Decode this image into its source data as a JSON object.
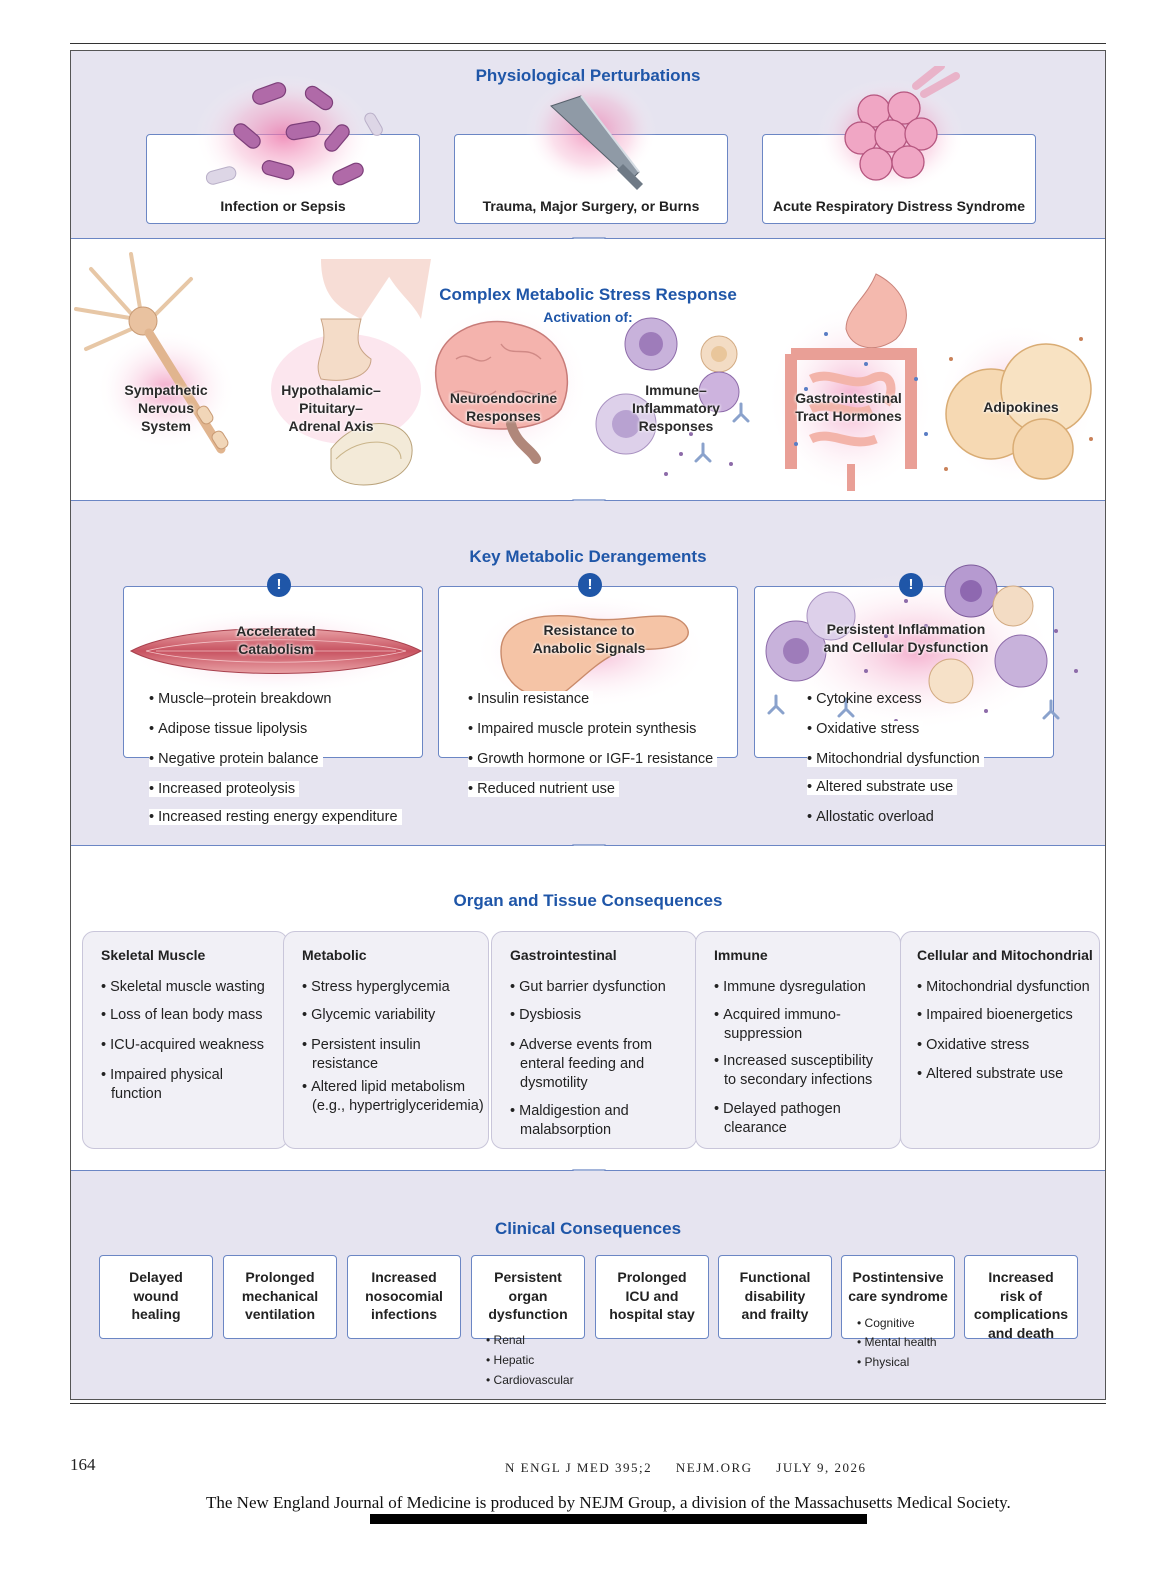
{
  "sections": {
    "perturbations": {
      "title": "Physiological Perturbations",
      "items": [
        "Infection or Sepsis",
        "Trauma, Major Surgery, or Burns",
        "Acute Respiratory Distress Syndrome"
      ]
    },
    "stress_response": {
      "title": "Complex Metabolic Stress Response",
      "subtitle": "Activation of:",
      "items": [
        [
          "Sympathetic",
          "Nervous",
          "System"
        ],
        [
          "Hypothalamic–",
          "Pituitary–",
          "Adrenal Axis"
        ],
        [
          "Neuroendocrine",
          "Responses"
        ],
        [
          "Immune–",
          "Inflammatory",
          "Responses"
        ],
        [
          "Gastrointestinal",
          "Tract Hormones"
        ],
        [
          "Adipokines"
        ]
      ]
    },
    "derangements": {
      "title": "Key Metabolic Derangements",
      "alert_symbol": "!",
      "boxes": [
        {
          "title": [
            "Accelerated",
            "Catabolism"
          ],
          "bullets": [
            "Muscle–protein breakdown",
            "Adipose tissue lipolysis",
            "Negative protein balance",
            "Increased proteolysis",
            "Increased resting energy expenditure"
          ]
        },
        {
          "title": [
            "Resistance to",
            "Anabolic Signals"
          ],
          "bullets": [
            "Insulin resistance",
            "Impaired muscle protein synthesis",
            "Growth hormone or IGF-1 resistance",
            "Reduced nutrient use"
          ]
        },
        {
          "title": [
            "Persistent Inflammation",
            "and Cellular Dysfunction"
          ],
          "bullets": [
            "Cytokine excess",
            "Oxidative stress",
            "Mitochondrial dysfunction",
            "Altered substrate use",
            "Allostatic overload"
          ]
        }
      ]
    },
    "organ": {
      "title": "Organ and Tissue Consequences",
      "cards": [
        {
          "title": "Skeletal Muscle",
          "items": [
            "Skeletal muscle wasting",
            "Loss of lean body mass",
            "ICU-acquired weakness",
            "Impaired physical function"
          ]
        },
        {
          "title": "Metabolic",
          "items": [
            "Stress hyperglycemia",
            "Glycemic variability",
            "Persistent insulin resistance",
            "Altered lipid metabolism (e.g., hypertriglyceridemia)"
          ]
        },
        {
          "title": "Gastrointestinal",
          "items": [
            "Gut barrier dysfunction",
            "Dysbiosis",
            "Adverse events from enteral feeding and dysmotility",
            "Maldigestion and malabsorption"
          ]
        },
        {
          "title": "Immune",
          "items": [
            "Immune dysregulation",
            "Acquired immuno-suppression",
            "Increased susceptibility to secondary infections",
            "Delayed pathogen clearance"
          ]
        },
        {
          "title": "Cellular and Mitochondrial",
          "items": [
            "Mitochondrial dysfunction",
            "Impaired bioenergetics",
            "Oxidative stress",
            "Altered substrate use"
          ]
        }
      ]
    },
    "clinical": {
      "title": "Clinical Consequences",
      "boxes": [
        {
          "label": [
            "Delayed",
            "wound",
            "healing"
          ],
          "sub": []
        },
        {
          "label": [
            "Prolonged",
            "mechanical",
            "ventilation"
          ],
          "sub": []
        },
        {
          "label": [
            "Increased",
            "nosocomial",
            "infections"
          ],
          "sub": []
        },
        {
          "label": [
            "Persistent",
            "organ",
            "dysfunction"
          ],
          "sub": [
            "Renal",
            "Hepatic",
            "Cardiovascular"
          ]
        },
        {
          "label": [
            "Prolonged",
            "ICU and",
            "hospital stay"
          ],
          "sub": []
        },
        {
          "label": [
            "Functional",
            "disability",
            "and frailty"
          ],
          "sub": []
        },
        {
          "label": [
            "Postintensive",
            "care syndrome"
          ],
          "sub": [
            "Cognitive",
            "Mental health",
            "Physical"
          ]
        },
        {
          "label": [
            "Increased",
            "risk of",
            "complications",
            "and death"
          ],
          "sub": []
        }
      ]
    }
  },
  "footer": {
    "page_number": "164",
    "running_head": "N ENGL J MED 395;2     NEJM.ORG     JULY 9, 2026",
    "notice": "The New England Journal of Medicine is produced by NEJM Group, a division of the Massachusetts Medical Society."
  },
  "colors": {
    "heading_blue": "#1f56a8",
    "band_shade": "#e6e4f0",
    "box_border": "#6b86c4",
    "glow_pink": "#ec78aa"
  }
}
